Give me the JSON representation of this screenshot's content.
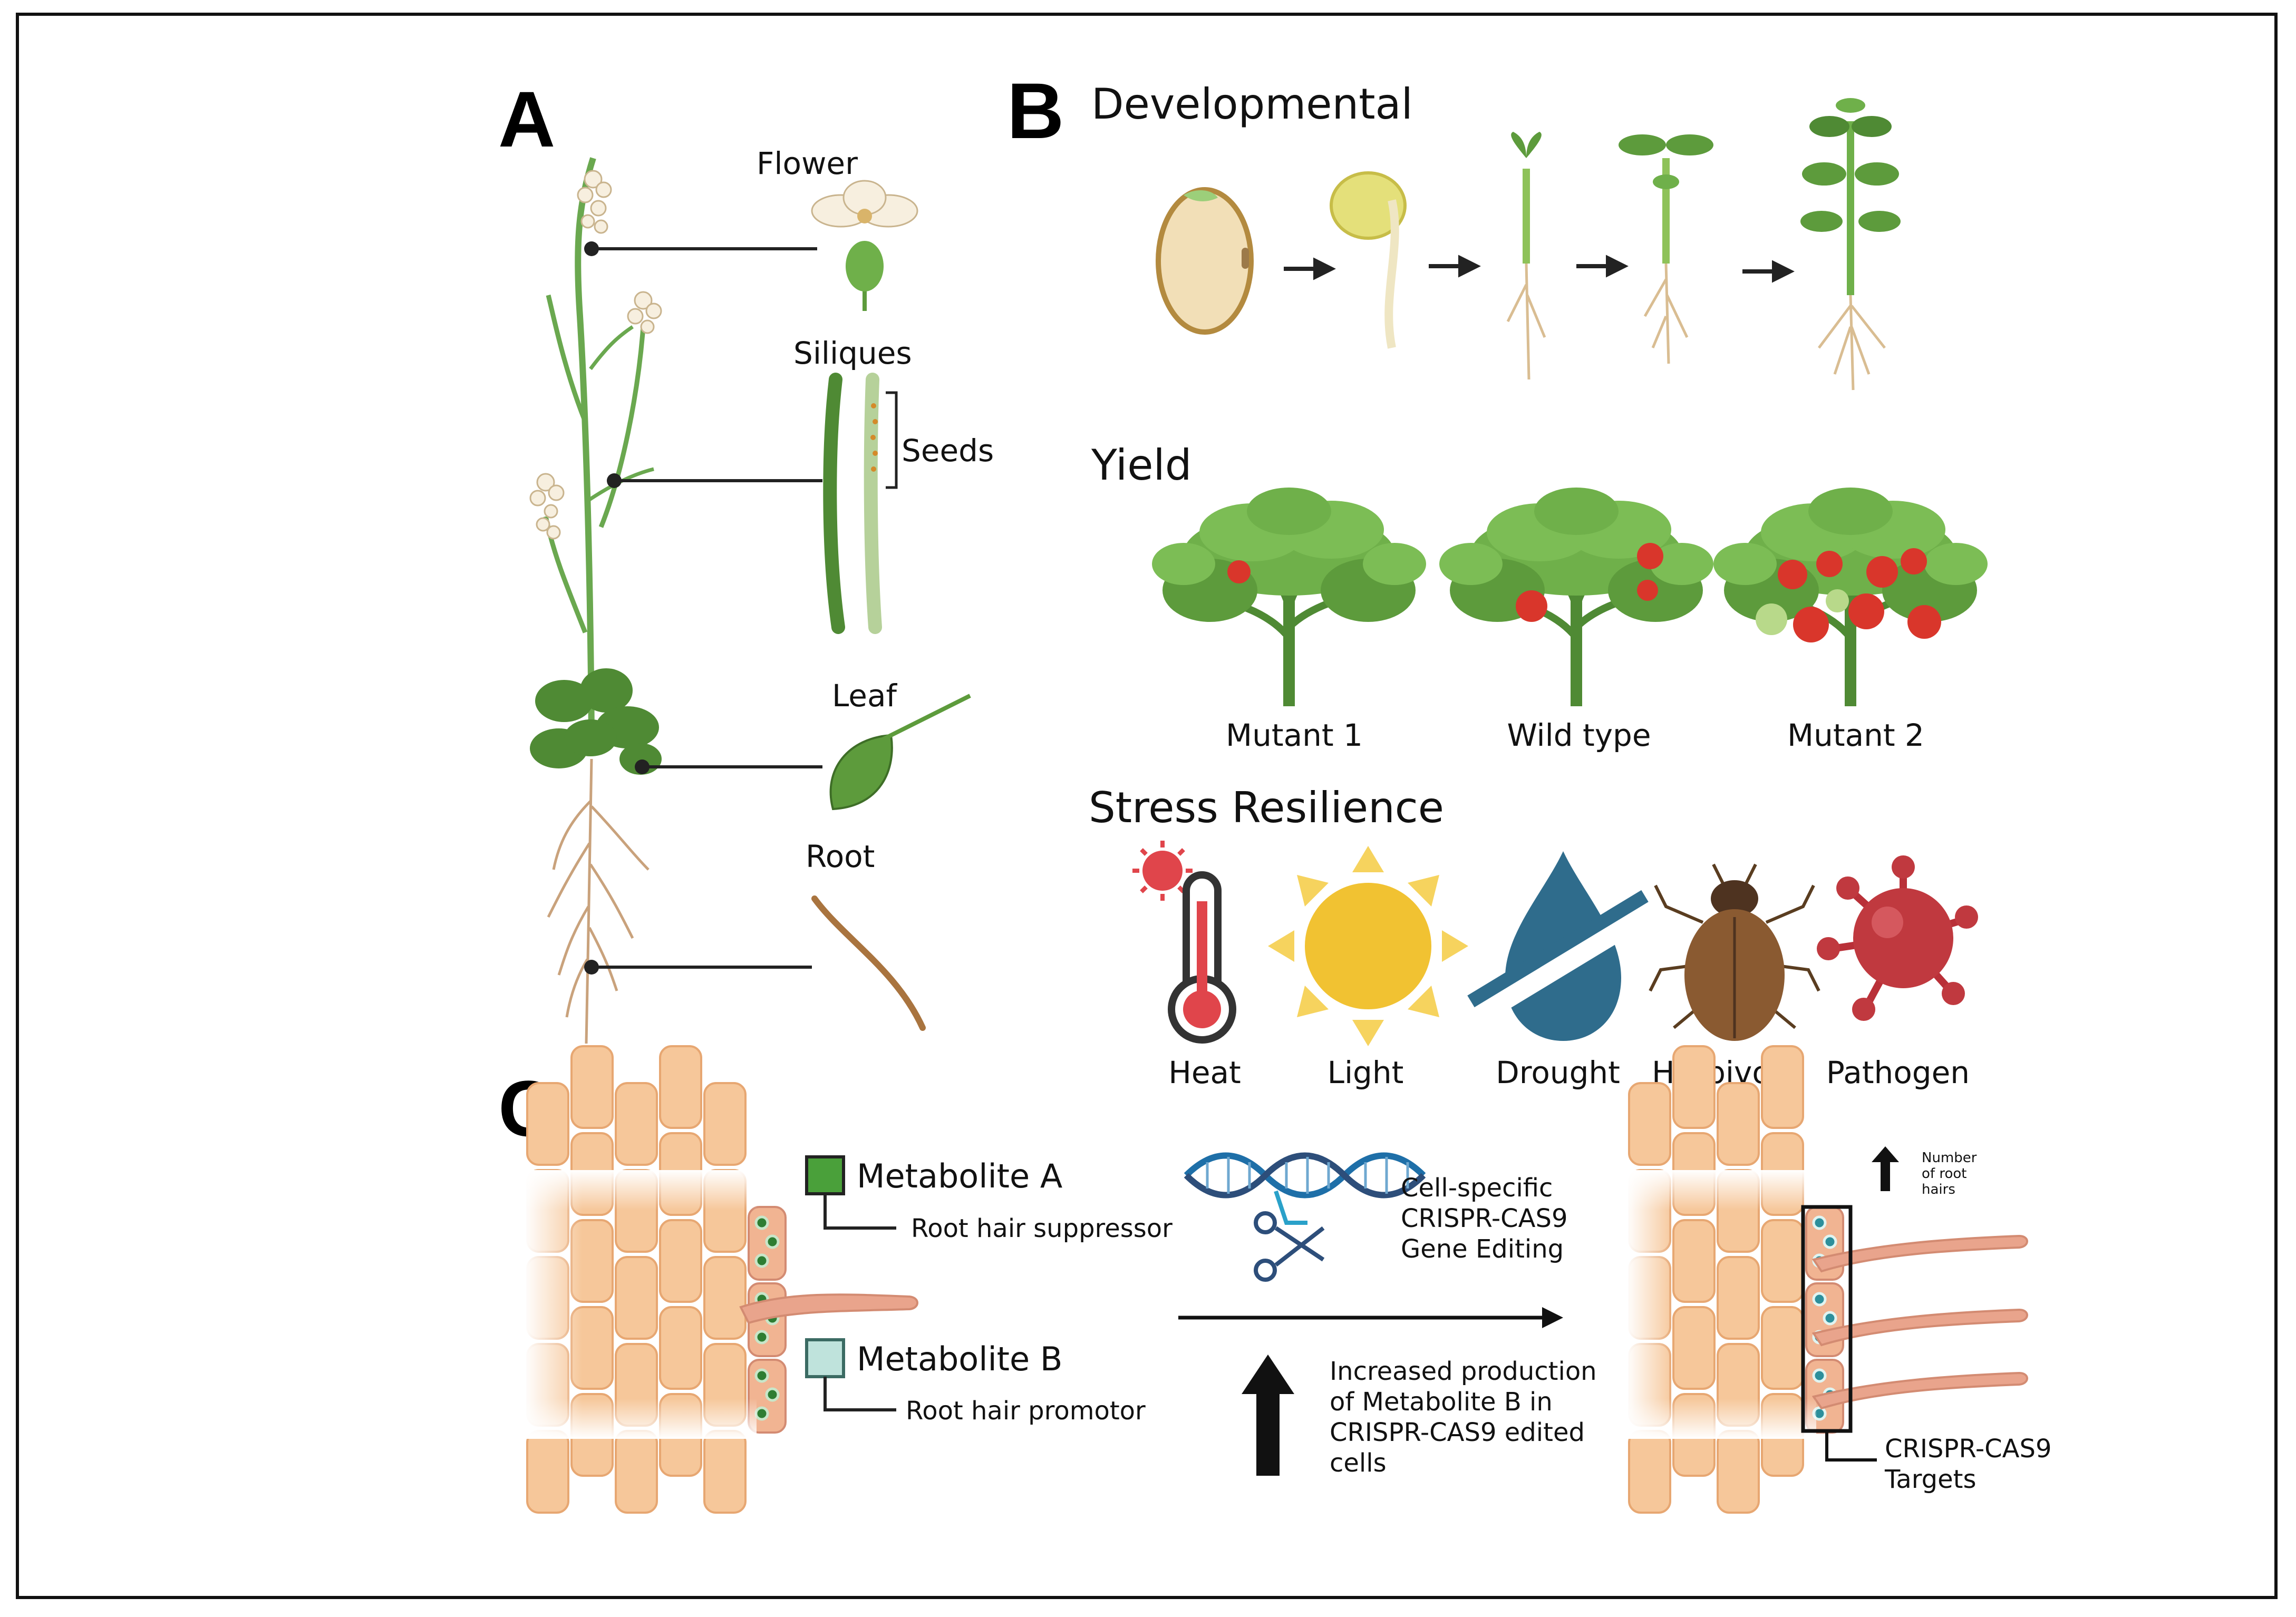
{
  "panels": {
    "a": "A",
    "b": "B",
    "c": "C"
  },
  "panel_a": {
    "flower": "Flower",
    "siliques": "Siliques",
    "seeds": "Seeds",
    "leaf": "Leaf",
    "root": "Root"
  },
  "panel_b": {
    "developmental": "Developmental",
    "yield": "Yield",
    "yield_labels": [
      "Mutant 1",
      "Wild type",
      "Mutant 2"
    ],
    "stress": "Stress Resilience",
    "stress_labels": [
      "Heat",
      "Light",
      "Drought",
      "Herbivory",
      "Pathogen"
    ]
  },
  "panel_c": {
    "metabolite_a": "Metabolite A",
    "metabolite_a_desc": "Root hair suppressor",
    "metabolite_b": "Metabolite B",
    "metabolite_b_desc": "Root hair promotor",
    "crispr_lines": [
      "Cell-specific",
      "CRISPR-CAS9",
      "Gene Editing"
    ],
    "increase_lines": [
      "Increased production",
      "of Metabolite B in",
      "CRISPR-CAS9 edited",
      "cells"
    ],
    "hair_count_lines": [
      "Number",
      "of root",
      "hairs"
    ],
    "targets_lines": [
      "CRISPR-CAS9",
      "Targets"
    ]
  },
  "colors": {
    "plant_green": "#5d9b3c",
    "leaf_dark": "#4f8a34",
    "tomato_red": "#d9362b",
    "sun_yellow": "#f1c232",
    "drop_blue": "#2f6c8c",
    "cell_fill": "#f6c79a",
    "hair_fill": "#e9a48c",
    "metabolite_a": "#4aa03a",
    "metabolite_b": "#bfe3dc",
    "pathogen_red": "#c0393f"
  }
}
